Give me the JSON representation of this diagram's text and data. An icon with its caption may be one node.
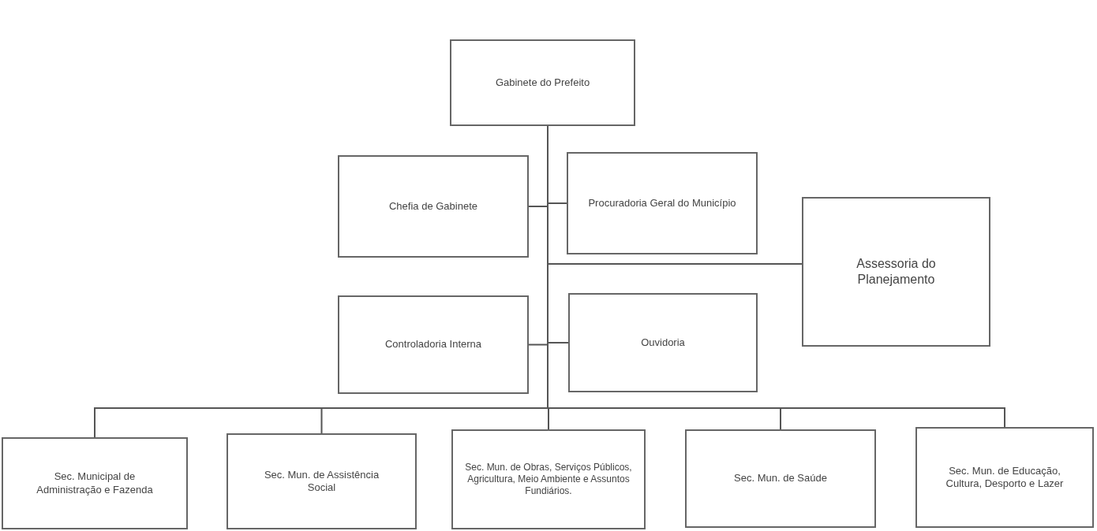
{
  "diagram": {
    "nodes": [
      {
        "text": [
          "Gabinete do Prefeito"
        ]
      },
      {
        "text": [
          "Chefia de Gabinete"
        ]
      },
      {
        "text": [
          "Procuradoria Geral do Município"
        ]
      },
      {
        "text": [
          "Assessoria do Planejamento"
        ]
      },
      {
        "text": [
          "Controladoria Interna"
        ]
      },
      {
        "text": [
          "Ouvidoria"
        ]
      },
      {
        "text": [
          "Sec. Municipal de Administração e Fazenda"
        ]
      },
      {
        "text": [
          "Sec. Mun. de Assistência Social"
        ]
      },
      {
        "text": [
          "Sec. Mun. de Obras, Serviços Públicos, Agricultura, Meio Ambiente e Assuntos Fundiários."
        ]
      },
      {
        "text": [
          "Sec. Mun. de Saúde"
        ]
      },
      {
        "text": [
          "Sec. Mun. de Educação, Cultura, Desporto e Lazer"
        ]
      }
    ],
    "edges": [
      {
        "from": 0,
        "to": 1,
        "arrow": "none"
      },
      {
        "from": 0,
        "to": 2,
        "arrow": "none"
      },
      {
        "from": 0,
        "to": 3,
        "arrow": "none"
      },
      {
        "from": 0,
        "to": 4,
        "arrow": "none"
      },
      {
        "from": 0,
        "to": 5,
        "arrow": "none"
      },
      {
        "from": 0,
        "to": 6,
        "arrow": "none"
      },
      {
        "from": 0,
        "to": 7,
        "arrow": "none"
      },
      {
        "from": 0,
        "to": 8,
        "arrow": "none"
      },
      {
        "from": 0,
        "to": 9,
        "arrow": "none"
      },
      {
        "from": 0,
        "to": 10,
        "arrow": "none"
      }
    ]
  }
}
